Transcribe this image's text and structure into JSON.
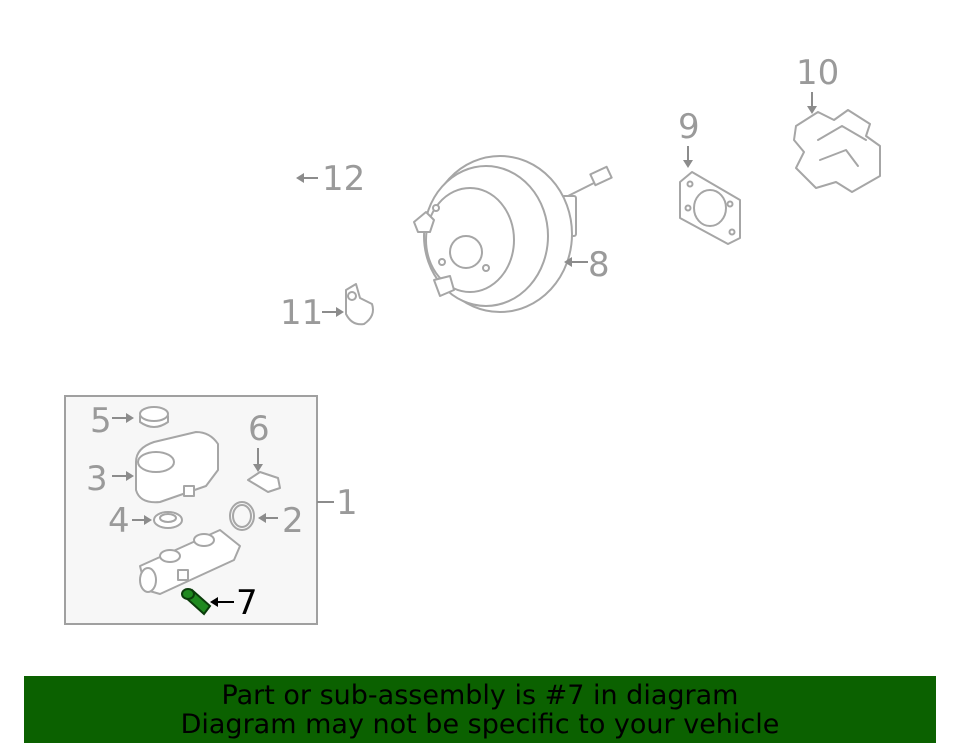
{
  "callouts": {
    "c1": "1",
    "c2": "2",
    "c3": "3",
    "c4": "4",
    "c5": "5",
    "c6": "6",
    "c7": "7",
    "c8": "8",
    "c9": "9",
    "c10": "10",
    "c11": "11",
    "c12": "12"
  },
  "highlight": {
    "callout": "7",
    "color": "#1a7a1a"
  },
  "banner": {
    "line1": "Part or sub-assembly is #7 in diagram",
    "line2": "Diagram may not be specific to your vehicle",
    "background": "#0b6100"
  }
}
